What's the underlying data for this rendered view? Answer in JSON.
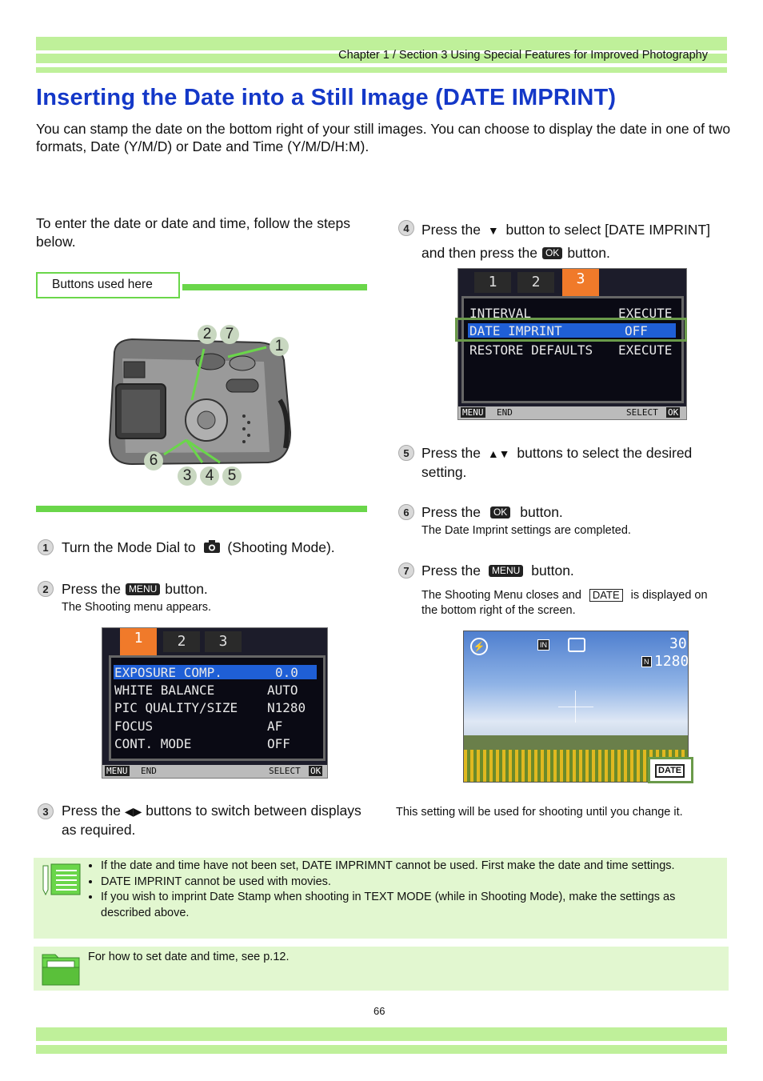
{
  "header": {
    "chapter": "Chapter 1 / Section 3  Using Special Features for Improved Photography"
  },
  "title": "Inserting the Date into a Still Image (DATE IMPRINT)",
  "intro": "You can stamp the date on the bottom right of your still images. You can choose to display the date in one of two formats, Date (Y/M/D) or Date and Time (Y/M/D/H:M).",
  "left": {
    "lead": "To enter the date or date and time, follow the steps below.",
    "buttons_label": "Buttons used here",
    "callouts": [
      "2",
      "7",
      "1",
      "6",
      "3",
      "4",
      "5"
    ],
    "step1": {
      "num": "1",
      "pre": "Turn the Mode Dial to",
      "post": "(Shooting Mode)."
    },
    "step2": {
      "num": "2",
      "pre": "Press the",
      "badge": "MENU",
      "post": "button.",
      "sub": "The Shooting menu appears."
    },
    "step3": {
      "num": "3",
      "pre": "Press the",
      "post": "buttons to switch between displays as required."
    }
  },
  "menu1": {
    "tabs": [
      "1",
      "2",
      "3"
    ],
    "rows": [
      {
        "label": "EXPOSURE COMP.",
        "value": "0.0"
      },
      {
        "label": "WHITE BALANCE",
        "value": "AUTO"
      },
      {
        "label": "PIC QUALITY/SIZE",
        "value": "N1280"
      },
      {
        "label": "FOCUS",
        "value": "AF"
      },
      {
        "label": "CONT. MODE",
        "value": "OFF"
      }
    ],
    "bar_left": "MENU",
    "bar_end": "END",
    "bar_select": "SELECT",
    "bar_ok": "OK"
  },
  "right": {
    "step4": {
      "num": "4",
      "pre": "Press the",
      "mid": "button to select  [DATE IMPRINT] and then press the",
      "badge": "OK",
      "post": "button."
    },
    "step5": {
      "num": "5",
      "pre": "Press the",
      "post": "buttons to select the desired setting."
    },
    "step6": {
      "num": "6",
      "pre": "Press the",
      "badge": "OK",
      "post": "button.",
      "sub": "The Date Imprint settings are completed."
    },
    "step7": {
      "num": "7",
      "pre": "Press the",
      "badge": "MENU",
      "post": "button.",
      "sub_pre": "The Shooting Menu closes and",
      "sub_badge": "DATE",
      "sub_post": "is displayed on the bottom right of the screen."
    },
    "final": "This setting will be used for shooting until you change it."
  },
  "menu2": {
    "tabs": [
      "1",
      "2",
      "3"
    ],
    "rows": [
      {
        "label": "INTERVAL",
        "value": "EXECUTE"
      },
      {
        "label": "DATE IMPRINT",
        "value": "OFF"
      },
      {
        "label": "RESTORE DEFAULTS",
        "value": "EXECUTE"
      }
    ],
    "bar_left": "MENU",
    "bar_end": "END",
    "bar_select": "SELECT",
    "bar_ok": "OK"
  },
  "preview": {
    "count": "30",
    "size": "1280",
    "date_badge": "DATE",
    "in_badge": "IN",
    "n_badge": "N"
  },
  "notes": [
    "If the date and time have not been set, DATE IMPRIMNT cannot be used. First make the date and time settings.",
    "DATE IMPRINT cannot be used with movies.",
    "If you wish to imprint Date Stamp when shooting in TEXT MODE (while in Shooting Mode), make the settings as described above."
  ],
  "reference": "For how to set date and time, see p.12.",
  "page_number": "66"
}
